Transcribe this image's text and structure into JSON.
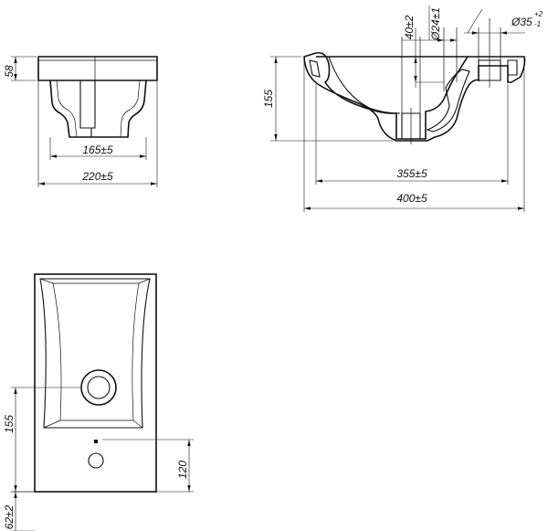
{
  "front_view": {
    "height": "58",
    "inner_width": "165±5",
    "outer_width": "220±5"
  },
  "side_section": {
    "height": "155",
    "wall_offset": "40±2",
    "drain_diameter": "Ø24±1",
    "tap_hole_diameter": "Ø35",
    "tap_hole_tol_upper": "+2",
    "tap_hole_tol_lower": "-1",
    "inner_length": "355±5",
    "overall_length": "400±5"
  },
  "top_view": {
    "drain_position": "155",
    "tap_position": "120",
    "edge_offset": "62±2"
  }
}
